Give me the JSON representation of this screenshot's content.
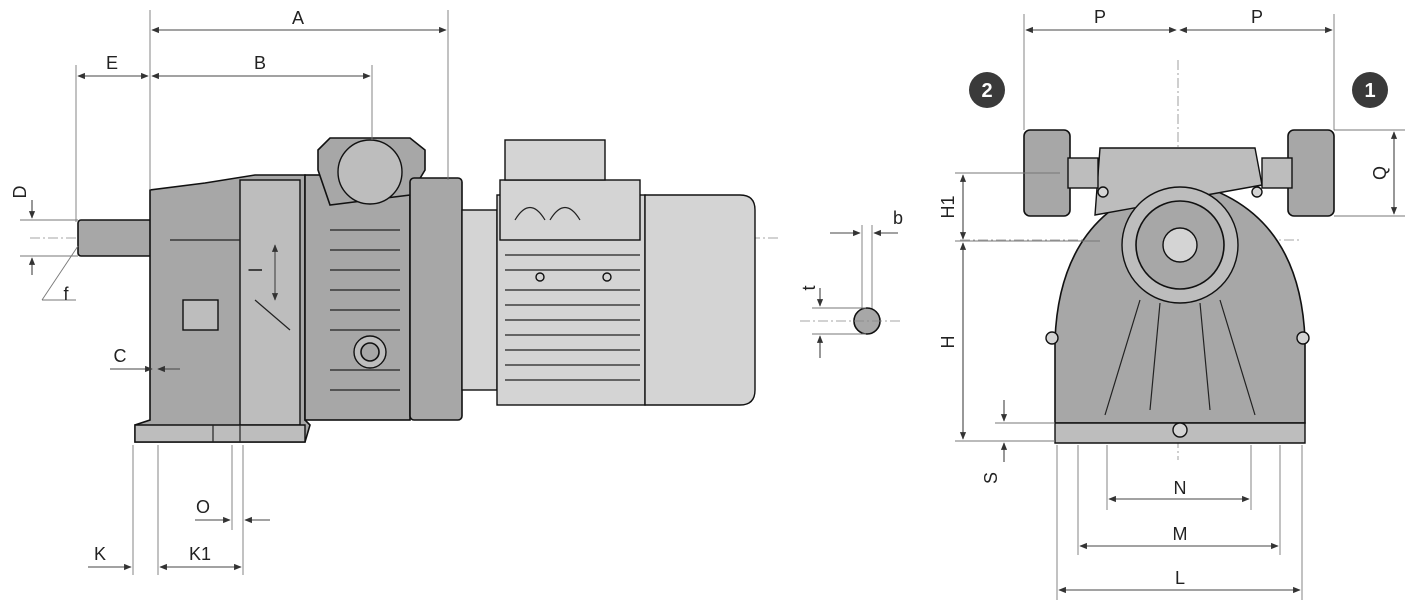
{
  "labels": {
    "A": "A",
    "B": "B",
    "E": "E",
    "D": "D",
    "f": "f",
    "C": "C",
    "l": "l",
    "K": "K",
    "K1": "K1",
    "O": "O",
    "b": "b",
    "t": "t",
    "P_left": "P",
    "P_right": "P",
    "Q": "Q",
    "H1": "H1",
    "H": "H",
    "S": "S",
    "N": "N",
    "M": "M",
    "L": "L"
  },
  "badges": {
    "two": "2",
    "one": "1"
  },
  "colors": {
    "body": "#a7a7a7",
    "line": "#111111",
    "badge": "#3a3a3a"
  }
}
